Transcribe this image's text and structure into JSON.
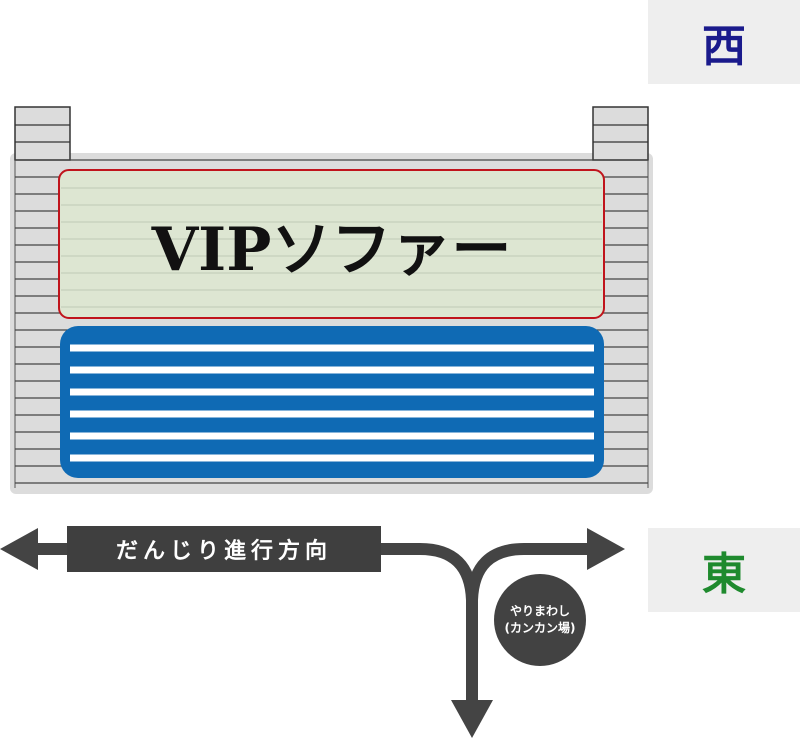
{
  "directions": {
    "west": "西",
    "east": "東",
    "west_color": "#1a1a8c",
    "east_color": "#1f8a2e"
  },
  "vip_area": {
    "label": "VIPソファー",
    "fill": "#dde6d2",
    "border": "#c0141c"
  },
  "seat_area": {
    "fill": "#0f6ab4"
  },
  "route": {
    "label": "だんじり進行方向"
  },
  "turn_spot": {
    "line1": "やりまわし",
    "line2": "(カンカン場)"
  }
}
